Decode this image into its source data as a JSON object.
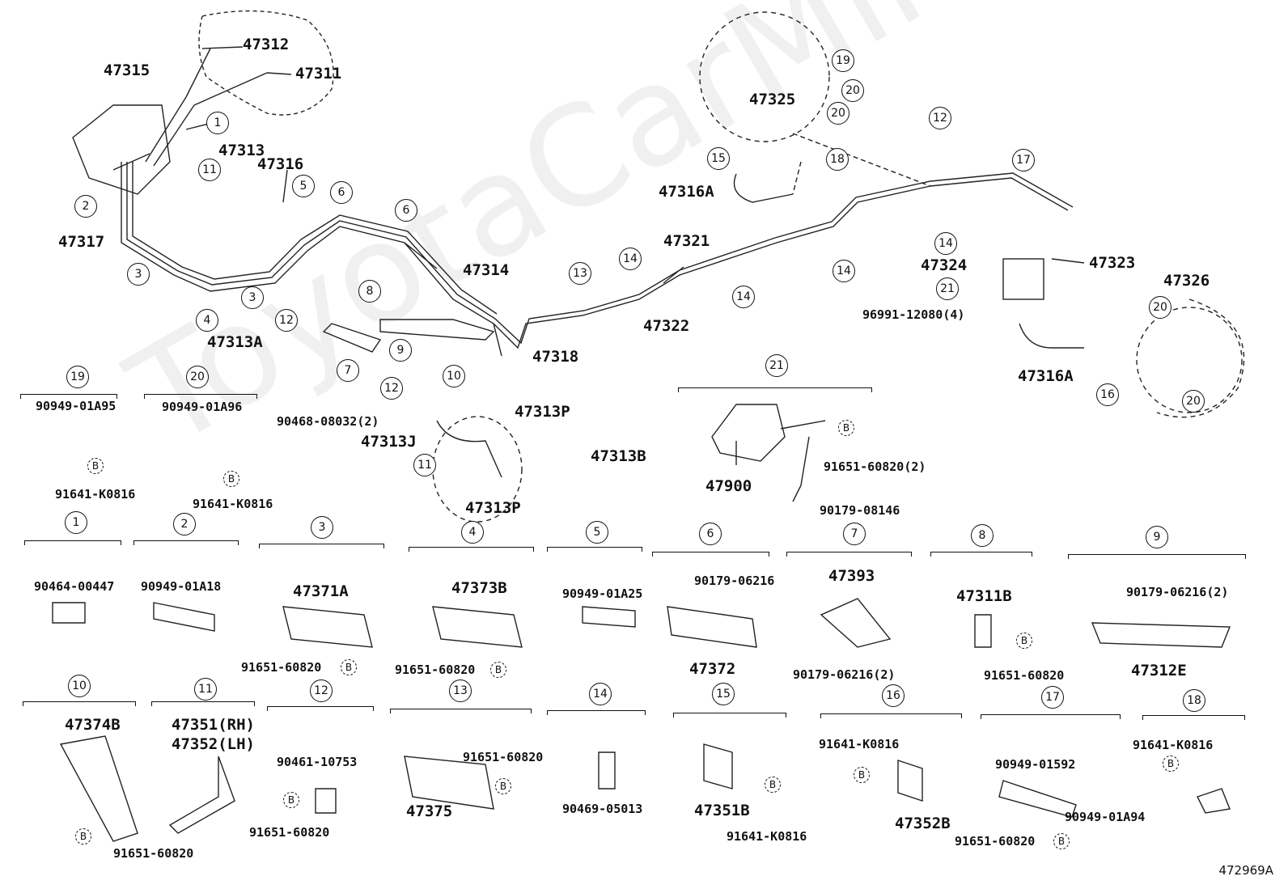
{
  "watermark": "ToyotaCarMine.ru",
  "drawing_code": "472969A",
  "labels": {
    "p47312": "47312",
    "p47311": "47311",
    "p47315": "47315",
    "p47313": "47313",
    "p47316": "47316",
    "p47317": "47317",
    "p47313A": "47313A",
    "p47314": "47314",
    "p47318": "47318",
    "p47313P_top": "47313P",
    "p47313J": "47313J",
    "p47313B": "47313B",
    "p47313P_bot": "47313P",
    "p47321": "47321",
    "p47322": "47322",
    "p47325": "47325",
    "p47316A_top": "47316A",
    "p47324": "47324",
    "p47323": "47323",
    "p47326": "47326",
    "p96991": "96991-12080(4)",
    "p47316A_bot": "47316A",
    "p47900": "47900",
    "p91651_2": "91651-60820(2)",
    "p90179_08146": "90179-08146",
    "p90468": "90468-08032(2)",
    "c19_part": "90949-01A95",
    "c19_bolt": "91641-K0816",
    "c20_part": "90949-01A96",
    "c20_bolt": "91641-K0816",
    "g1_part": "90464-00447",
    "g2_part": "90949-01A18",
    "g3_part": "47371A",
    "g3_bolt": "91651-60820",
    "g4_part": "47373B",
    "g4_bolt": "91651-60820",
    "g5_part": "90949-01A25",
    "g6_nut": "90179-06216",
    "g6_part": "47372",
    "g7_part": "47393",
    "g7_nut": "90179-06216(2)",
    "g8_part": "47311B",
    "g8_bolt": "91651-60820",
    "g9_nut": "90179-06216(2)",
    "g9_part": "47312E",
    "g10_part": "47374B",
    "g10_bolt": "91651-60820",
    "g11_rh": "47351(RH)",
    "g11_lh": "47352(LH)",
    "g12_part": "90461-10753",
    "g12_bolt": "91651-60820",
    "g13_bolt": "91651-60820",
    "g13_part": "47375",
    "g14_part": "90469-05013",
    "g15_part": "47351B",
    "g15_bolt": "91641-K0816",
    "g16_bolt": "91641-K0816",
    "g16_part": "47352B",
    "g17_part": "90949-01592",
    "g17_bolt": "91651-60820",
    "g18_bolt": "91641-K0816",
    "g18_part": "90949-01A94"
  },
  "callouts": [
    "1",
    "2",
    "3",
    "4",
    "5",
    "6",
    "7",
    "8",
    "9",
    "10",
    "11",
    "12",
    "13",
    "14",
    "15",
    "16",
    "17",
    "18",
    "19",
    "20",
    "21"
  ],
  "bolt_mark": "B"
}
